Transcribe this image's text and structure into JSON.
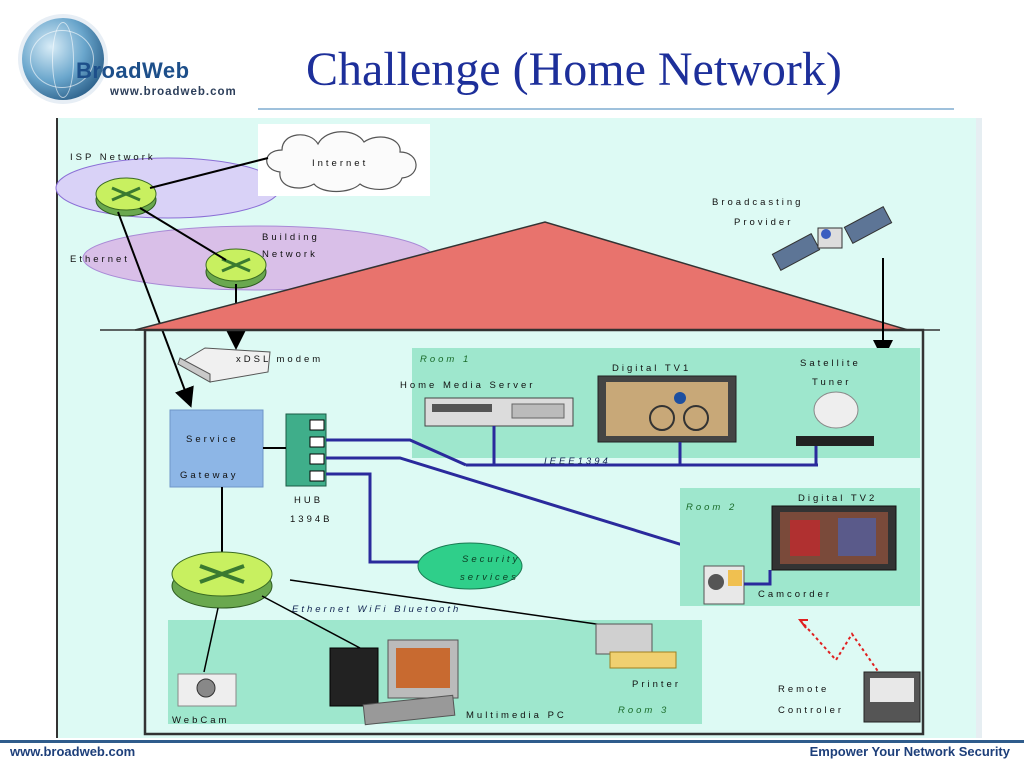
{
  "header": {
    "logo_name": "BroadWeb",
    "logo_url": "www.broadweb.com",
    "title": "Challenge (Home Network)"
  },
  "footer": {
    "left_text": "www.broadweb.com",
    "right_text": "Empower Your Network Security"
  },
  "diagram": {
    "isp_network": "ISP Network",
    "internet": "Internet",
    "building": "Building",
    "network": "Network",
    "ethernet": "Ethernet",
    "broadcasting": "Broadcasting",
    "provider": "Provider",
    "xdsl_modem": "xDSL modem",
    "room1": "Room 1",
    "home_media_server": "Home Media Server",
    "digital_tv1": "Digital TV1",
    "satellite": "Satellite",
    "tuner": "Tuner",
    "service": "Service",
    "gateway": "Gateway",
    "ieee1394": "IEEE1394",
    "hub": "HUB",
    "hub_model": "1394B",
    "room2": "Room 2",
    "digital_tv2": "Digital TV2",
    "security": "Security",
    "services": "services",
    "camcorder": "Camcorder",
    "ethernet_wifi_bluetooth": "Ethernet WiFi Bluetooth",
    "printer": "Printer",
    "remote": "Remote",
    "controler": "Controler",
    "webcam": "WebCam",
    "multimedia_pc": "Multimedia PC",
    "room3": "Room 3"
  }
}
